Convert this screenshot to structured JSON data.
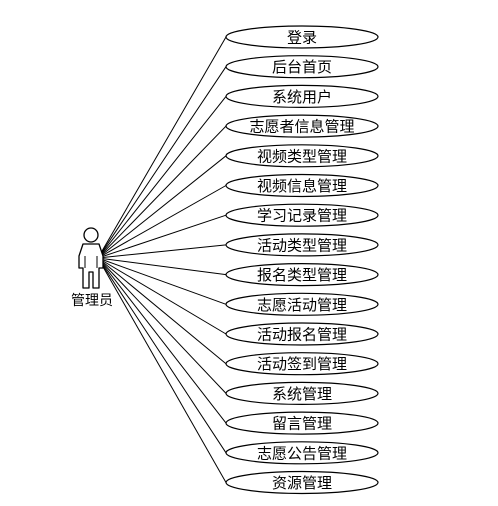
{
  "actor": {
    "label": "管理员"
  },
  "use_cases": [
    "登录",
    "后台首页",
    "系统用户",
    "志愿者信息管理",
    "视频类型管理",
    "视频信息管理",
    "学习记录管理",
    "活动类型管理",
    "报名类型管理",
    "志愿活动管理",
    "活动报名管理",
    "活动签到管理",
    "系统管理",
    "留言管理",
    "志愿公告管理",
    "资源管理"
  ]
}
